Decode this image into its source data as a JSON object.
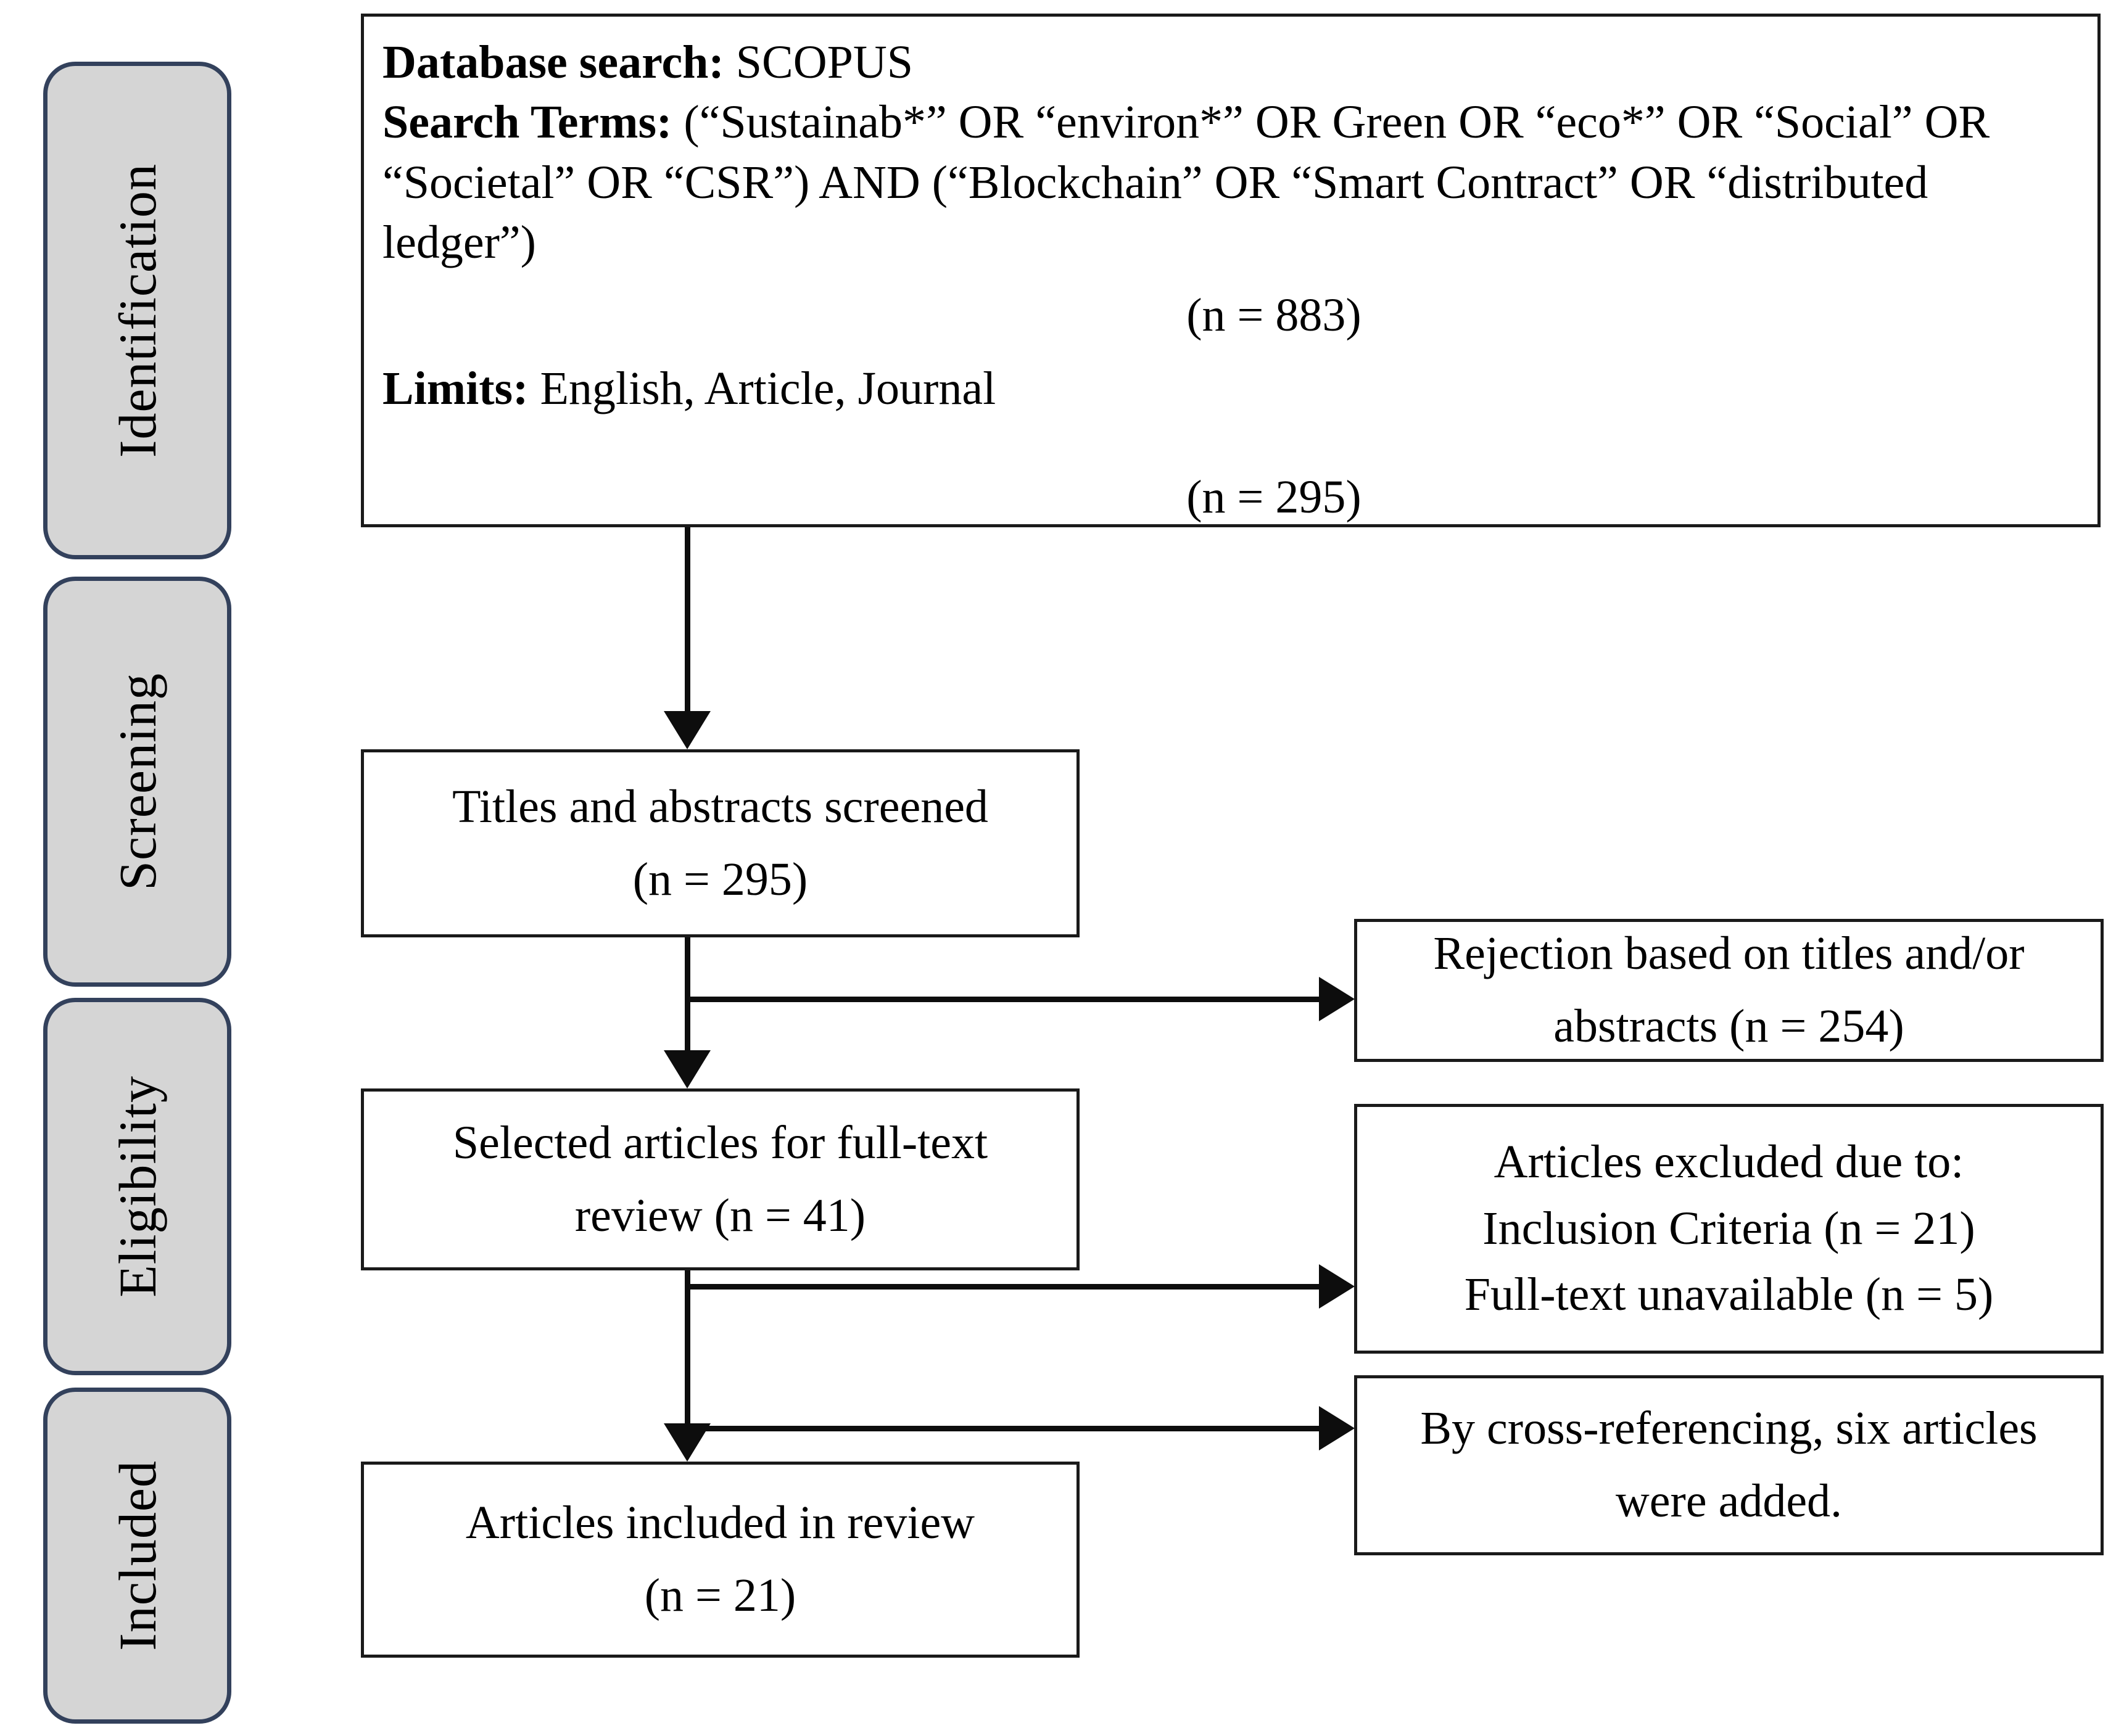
{
  "diagram": {
    "type": "prisma-flow-diagram",
    "stages": [
      {
        "id": "identification",
        "label": "Identification"
      },
      {
        "id": "screening",
        "label": "Screening"
      },
      {
        "id": "eligibility",
        "label": "Eligibility"
      },
      {
        "id": "included",
        "label": "Included"
      }
    ],
    "boxes": {
      "search": {
        "database_label": "Database search:",
        "database_value": " SCOPUS",
        "search_terms_label": "Search Terms:",
        "search_terms_value": " (“Sustainab*” OR “environ*” OR Green OR “eco*” OR “Social” OR “Societal” OR “CSR”) AND (“Blockchain” OR “Smart Contract” OR “distributed ledger”)",
        "n_after_search": "(n = 883)",
        "limits_label": "Limits:",
        "limits_value": " English, Article, Journal",
        "n_after_limits": "(n = 295)"
      },
      "screened": {
        "line1": "Titles and abstracts screened",
        "line2": "(n = 295)"
      },
      "rejected": {
        "line1": "Rejection based on titles and/or",
        "line2": "abstracts (n = 254)"
      },
      "fulltext": {
        "line1": "Selected articles for full-text",
        "line2": "review (n = 41)"
      },
      "excluded": {
        "line1": "Articles excluded due to:",
        "line2": "Inclusion Criteria (n = 21)",
        "line3": "Full-text unavailable (n = 5)"
      },
      "crossref": {
        "line1": "By cross-referencing, six articles",
        "line2": "were added."
      },
      "included": {
        "line1": "Articles included in review",
        "line2": "(n = 21)"
      }
    },
    "colors": {
      "rail_fill": "#d5d5d5",
      "rail_border": "#33415c",
      "box_border": "#1a1a1a",
      "connector": "#0d0d0d",
      "background": "#ffffff"
    }
  }
}
